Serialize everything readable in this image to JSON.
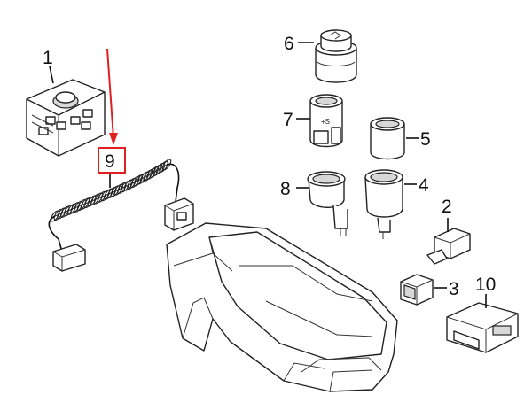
{
  "callouts": [
    {
      "id": "1",
      "text": "1"
    },
    {
      "id": "2",
      "text": "2"
    },
    {
      "id": "3",
      "text": "3"
    },
    {
      "id": "4",
      "text": "4"
    },
    {
      "id": "5",
      "text": "5"
    },
    {
      "id": "6",
      "text": "6"
    },
    {
      "id": "7",
      "text": "7"
    },
    {
      "id": "8",
      "text": "8"
    },
    {
      "id": "9",
      "text": "9"
    },
    {
      "id": "10",
      "text": "10"
    }
  ],
  "highlight": {
    "callout": "9",
    "box_color": "#e02020",
    "arrow_color": "#e02020"
  },
  "colors": {
    "line": "#111111",
    "part_fill": "#ffffff",
    "shade": "#d8d8d8"
  }
}
